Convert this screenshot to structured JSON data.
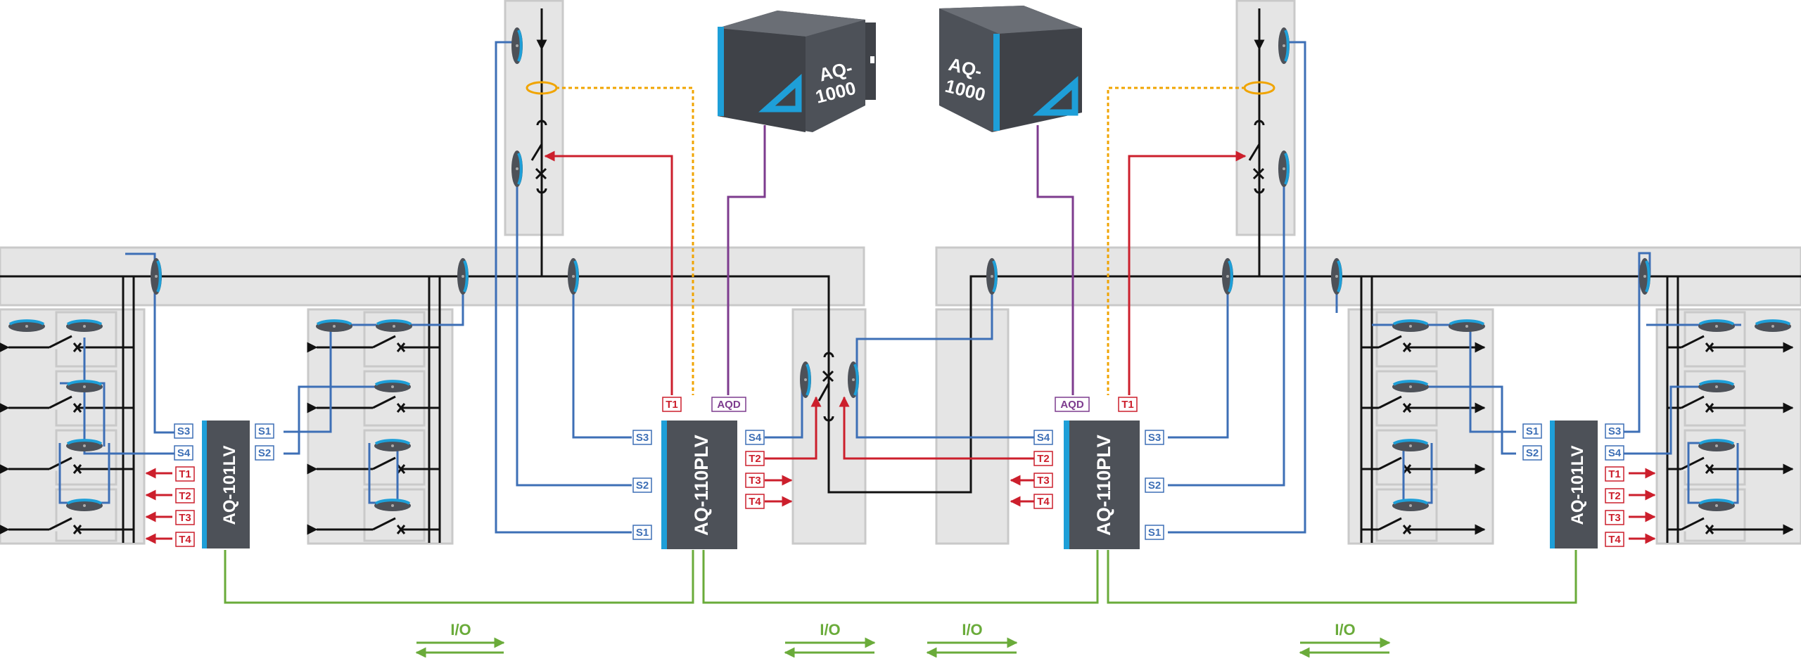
{
  "colors": {
    "panel": "#e5e5e5",
    "panel_stroke": "#c9c9c9",
    "busbar": "#111111",
    "sensor_wire": "#3d6fb6",
    "trip_wire": "#cc1f2c",
    "io_wire": "#6aab3a",
    "aqd_wire": "#7d3b8e",
    "current_wire": "#f0a400",
    "device_body": "#4d5158",
    "device_accent": "#1e9fd8",
    "label_text": "#ffffff"
  },
  "devices": {
    "left_101": "AQ-101LV",
    "left_110": "AQ-110PLV",
    "right_110": "AQ-110PLV",
    "right_101": "AQ-101LV"
  },
  "master_units": {
    "left_line1": "AQ-",
    "left_line2": "1000",
    "right_line1": "AQ-",
    "right_line2": "1000"
  },
  "terminals": {
    "s1": "S1",
    "s2": "S2",
    "s3": "S3",
    "s4": "S4",
    "t1": "T1",
    "t2": "T2",
    "t3": "T3",
    "t4": "T4",
    "aqd": "AQD"
  },
  "io_label": "I/O",
  "icons": [
    "arc-light-sensor-icon",
    "circuit-breaker-icon",
    "current-transformer-icon",
    "arrow-icon"
  ]
}
